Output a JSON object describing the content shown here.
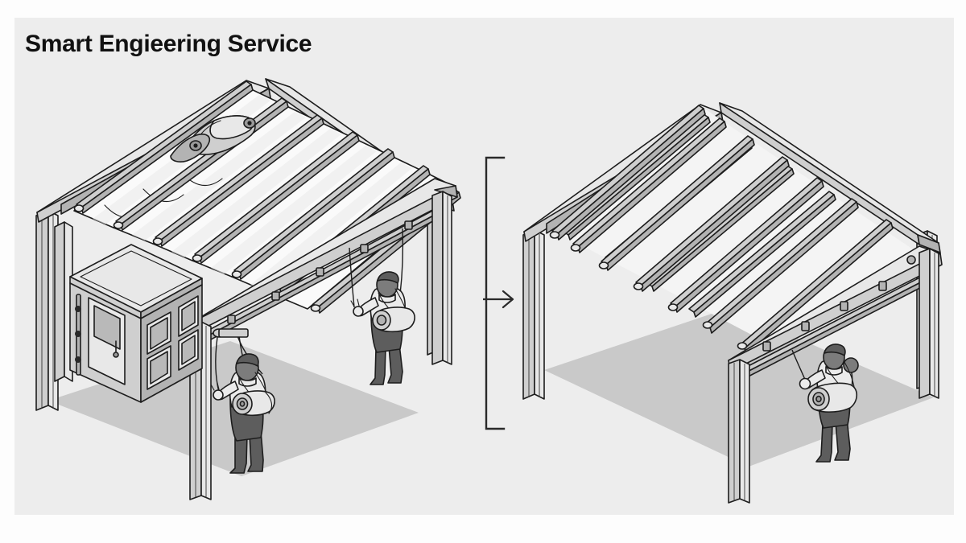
{
  "page": {
    "background_color": "#fdfdfd",
    "panel_color": "#ededed",
    "title": "Smart Engieering Service"
  },
  "palette": {
    "outline": "#1d1d1d",
    "metal_light": "#e8e8e8",
    "metal_mid": "#cfcfcf",
    "metal_dark": "#b3b3b3",
    "metal_darker": "#9a9a9a",
    "fabric": "#fafafa",
    "fabric_shade": "#e4e4e4",
    "ground_shadow": "#c9c9c9",
    "worker_body": "#e9e9e9",
    "worker_dark": "#5d5d5d",
    "worker_mid": "#7a7a7a",
    "glass": "#b8b8b8",
    "title_color": "#111111"
  },
  "diagram": {
    "type": "isometric-technical-illustration",
    "subject": "retractable fabric pergola / canopy roof system installation",
    "panels": [
      {
        "id": "before",
        "position": "left",
        "caption_visible": false,
        "description": "Pergola frame with white fabric roof panels installed and a service cabin underneath",
        "elements": [
          "four posts",
          "perimeter beams",
          "seven transverse roller rails",
          "six white fabric roof panels",
          "rolled fabric bundle at far ridge",
          "equipment cabin with door and windows",
          "two installer workers with fabric rolls and rope hoists"
        ],
        "fabric_panels": 6,
        "roller_rails": 7,
        "posts": 4,
        "workers": 2,
        "cabin": {
          "present": true,
          "door": 1,
          "windows": 4,
          "hinges": 3
        }
      },
      {
        "id": "after",
        "position": "right",
        "caption_visible": false,
        "description": "Bare pergola frame with fabric removed, only rails remaining",
        "elements": [
          "four posts",
          "perimeter beams",
          "seven transverse roller rails",
          "no fabric panels",
          "one installer worker with fabric roll and rope"
        ],
        "fabric_panels": 0,
        "roller_rails": 7,
        "posts": 4,
        "workers": 1,
        "cabin": {
          "present": false
        }
      }
    ],
    "transition": {
      "bracket": true,
      "arrow_glyph": "→",
      "arrow_direction": "right",
      "label": ""
    }
  },
  "icons": {
    "arrow_right": "arrow-right-icon",
    "bracket": "vertical-bracket-icon"
  }
}
